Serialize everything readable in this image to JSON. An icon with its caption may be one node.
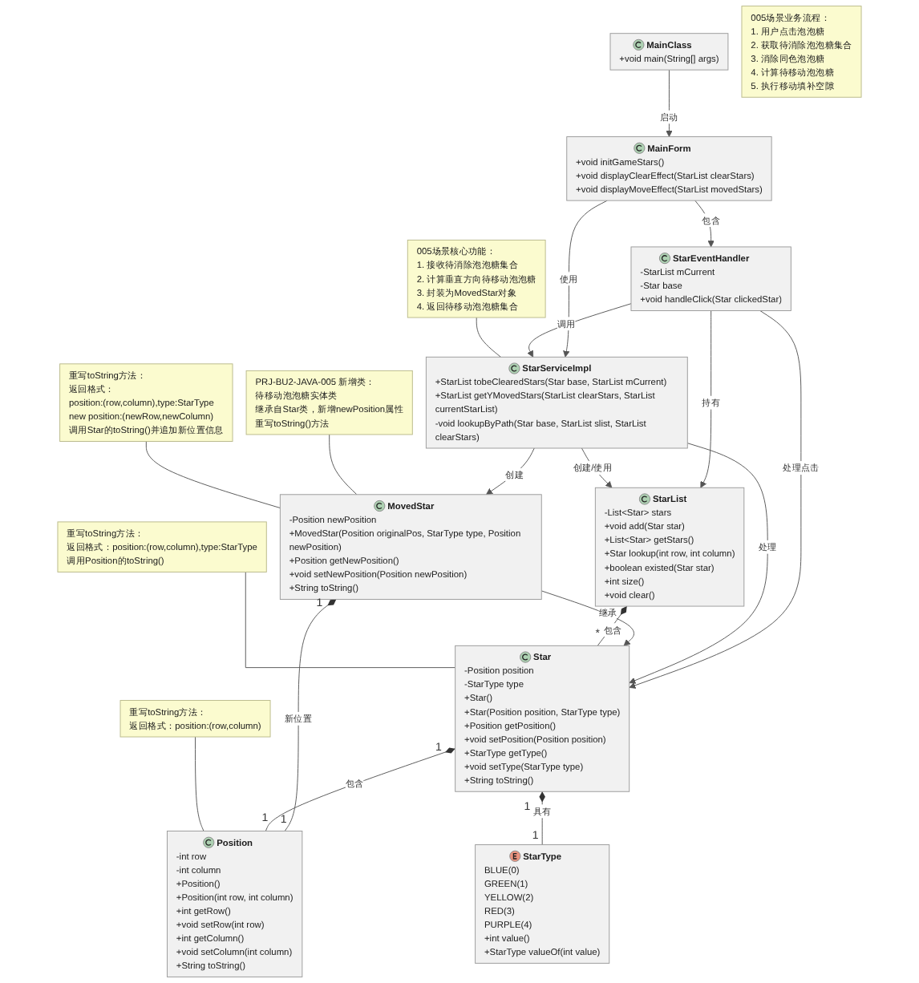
{
  "diagram": {
    "nodes": [
      {
        "text": [
          "MainClass",
          "+void main(String[] args)"
        ]
      },
      {
        "text": [
          "005场景业务流程：",
          "1. 用户点击泡泡糖",
          "2. 获取待消除泡泡糖集合",
          "3. 消除同色泡泡糖",
          "4. 计算待移动泡泡糖",
          "5. 执行移动填补空隙"
        ]
      },
      {
        "text": [
          "MainForm",
          "+void initGameStars()",
          "+void displayClearEffect(StarList clearStars)",
          "+void displayMoveEffect(StarList movedStars)"
        ]
      },
      {
        "text": [
          "StarEventHandler",
          "-StarList mCurrent",
          "-Star base",
          "+void handleClick(Star clickedStar)"
        ]
      },
      {
        "text": [
          "StarServiceImpl",
          "+StarList tobeClearedStars(Star base, StarList mCurrent)",
          "+StarList getYMovedStars(StarList clearStars, StarList currentStarList)",
          "-void lookupByPath(Star base, StarList slist, StarList clearStars)"
        ]
      },
      {
        "text": [
          "005场景核心功能：",
          "1. 接收待消除泡泡糖集合",
          "2. 计算垂直方向待移动泡泡糖",
          "3. 封装为MovedStar对象",
          "4. 返回待移动泡泡糖集合"
        ]
      },
      {
        "text": [
          "PRJ-BU2-JAVA-005 新增类：",
          "待移动泡泡糖实体类",
          "继承自Star类，新增newPosition属性",
          "重写toString()方法"
        ]
      },
      {
        "text": [
          "MovedStar",
          "-Position newPosition",
          "+MovedStar(Position originalPos, StarType type, Position newPosition)",
          "+Position getNewPosition()",
          "+void setNewPosition(Position newPosition)",
          "+String toString()"
        ]
      },
      {
        "text": [
          "重写toString方法：",
          "返回格式：",
          "position:(row,column),type:StarType",
          "new position:(newRow,newColumn)",
          "调用Star的toString()并追加新位置信息"
        ]
      },
      {
        "text": [
          "StarList",
          "-List<Star> stars",
          "+void add(Star star)",
          "+List<Star> getStars()",
          "+Star lookup(int row, int column)",
          "+boolean existed(Star star)",
          "+int size()",
          "+void clear()"
        ]
      },
      {
        "text": [
          "Star",
          "-Position position",
          "-StarType type",
          "+Star()",
          "+Star(Position position, StarType type)",
          "+Position getPosition()",
          "+void setPosition(Position position)",
          "+StarType getType()",
          "+void setType(StarType type)",
          "+String toString()"
        ]
      },
      {
        "text": [
          "重写toString方法：",
          "返回格式：position:(row,column),type:StarType",
          "调用Position的toString()"
        ]
      },
      {
        "text": [
          "Position",
          "-int row",
          "-int column",
          "+Position()",
          "+Position(int row, int column)",
          "+int getRow()",
          "+void setRow(int row)",
          "+int getColumn()",
          "+void setColumn(int column)",
          "+String toString()"
        ]
      },
      {
        "text": [
          "重写toString方法：",
          "返回格式：position:(row,column)"
        ]
      },
      {
        "text": [
          "StarType",
          "BLUE(0)",
          "GREEN(1)",
          "YELLOW(2)",
          "RED(3)",
          "PURPLE(4)",
          "+int value()",
          "+StarType valueOf(int value)"
        ]
      }
    ],
    "edges": [
      {
        "from": 0,
        "to": 2,
        "arrow": "to",
        "label": "启动"
      },
      {
        "from": 2,
        "to": 3,
        "arrow": "to",
        "label": "包含"
      },
      {
        "from": 2,
        "to": 4,
        "arrow": "to",
        "label": "使用"
      },
      {
        "from": 3,
        "to": 4,
        "arrow": "to",
        "label": "调用"
      },
      {
        "from": 3,
        "to": 9,
        "arrow": "to",
        "label": "持有"
      },
      {
        "from": 3,
        "to": 10,
        "arrow": "to",
        "label": "处理点击"
      },
      {
        "from": 4,
        "to": 7,
        "arrow": "to",
        "label": "创建"
      },
      {
        "from": 4,
        "to": 9,
        "arrow": "to",
        "label": "创建/使用"
      },
      {
        "from": 4,
        "to": 10,
        "arrow": "to",
        "label": "处理"
      },
      {
        "from": 7,
        "to": 10,
        "arrow": "to",
        "label": "继承"
      },
      {
        "from": 9,
        "to": 10,
        "arrow": "other",
        "label": "包含"
      },
      {
        "from": 7,
        "to": 12,
        "arrow": "other",
        "label": "新位置"
      },
      {
        "from": 10,
        "to": 12,
        "arrow": "other",
        "label": "包含"
      },
      {
        "from": 10,
        "to": 14,
        "arrow": "other",
        "label": "具有"
      },
      {
        "from": 5,
        "to": 4,
        "arrow": "none"
      },
      {
        "from": 6,
        "to": 7,
        "arrow": "none"
      },
      {
        "from": 8,
        "to": 7,
        "arrow": "none"
      },
      {
        "from": 11,
        "to": 10,
        "arrow": "none"
      },
      {
        "from": 13,
        "to": 12,
        "arrow": "none"
      }
    ],
    "labels": [
      "1",
      "*",
      "1",
      "1",
      "1",
      "1",
      "1"
    ]
  }
}
